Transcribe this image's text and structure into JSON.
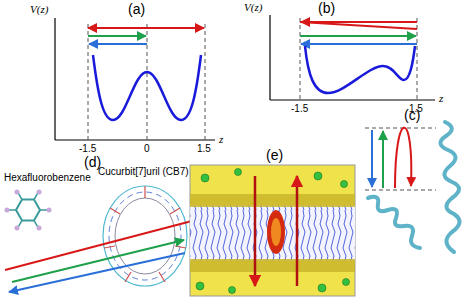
{
  "diagram": {
    "labels": [
      "(a)",
      "V(z)",
      "z",
      "-1.5",
      "0",
      "1.5",
      "(b)",
      "V(z)",
      "z",
      "-1.5",
      "1.5",
      "(c)",
      "Hexafluorobenzene",
      "Cucurbit[7]uril (CB7)",
      "(d)",
      "(e)"
    ]
  }
}
